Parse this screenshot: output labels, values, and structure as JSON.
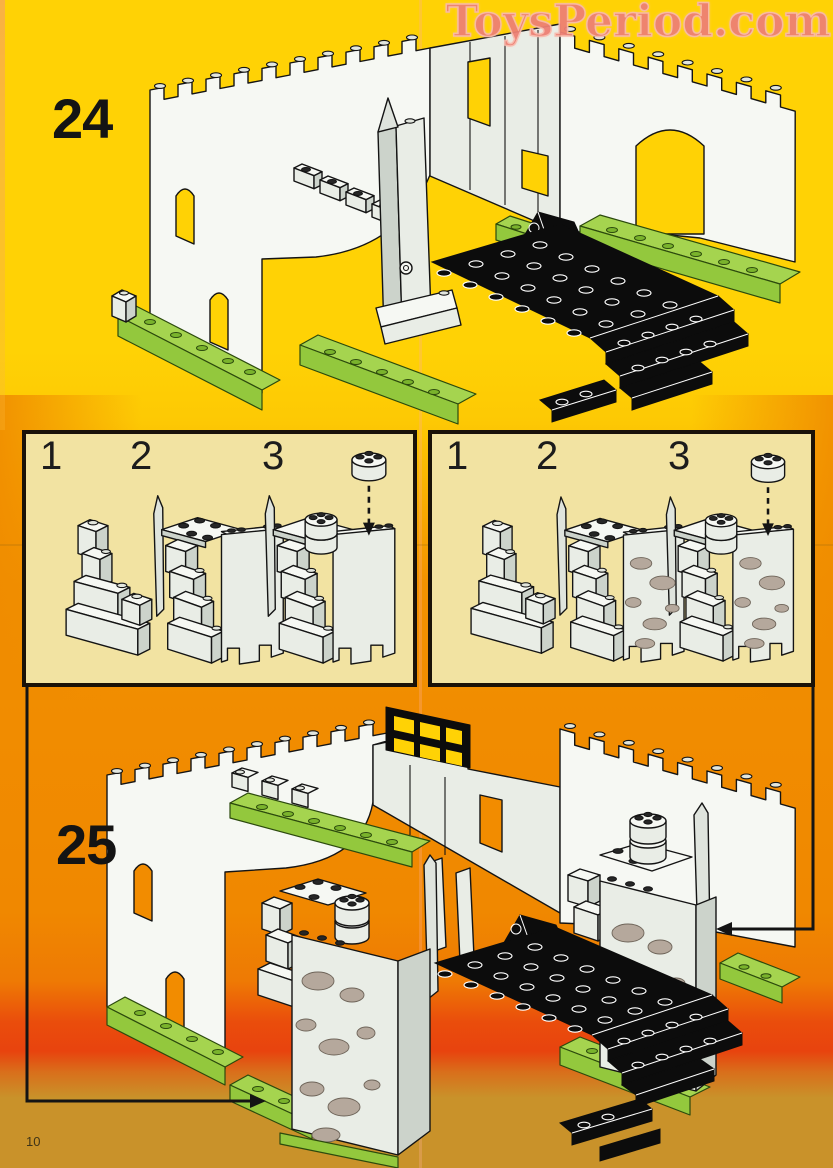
{
  "page": {
    "watermark": "ToysPeriod.com",
    "number": "10",
    "kind": "LEGO castle building-instructions page (scanned print)"
  },
  "steps": [
    {
      "label": "24",
      "illustration": "white castle walls with crenellations and arches on green baseplates, black stair platform attached at front right"
    },
    {
      "label": "25",
      "illustration": "same castle with two grey stone-pattern corner towers added and black stair platform; yellow lattice window at top; arrows show where the towers from the sub-assembly boxes are placed"
    }
  ],
  "boxes": [
    {
      "name": "tower sub-assembly, plain grey bricks",
      "texture": "plain",
      "substeps": [
        "1",
        "2",
        "3"
      ]
    },
    {
      "name": "tower sub-assembly, stone-pattern bricks",
      "texture": "stone",
      "substeps": [
        "1",
        "2",
        "3"
      ]
    }
  ],
  "colors": {
    "background_yellow": "#ffd205",
    "background_orange": "#f28c00",
    "background_red_band": "#e8430e",
    "background_ochre": "#c9922a",
    "box_background": "#f2e3a2",
    "box_border": "#1a1208",
    "baseplate_green": "#93c83d",
    "brick_white": "#f6f8f3",
    "brick_grey": "#ccd3cb",
    "stone_grey": "#b5a89c",
    "brick_black": "#0c0c0c",
    "watermark_pink": "#ee8074",
    "text_black": "#141414"
  }
}
